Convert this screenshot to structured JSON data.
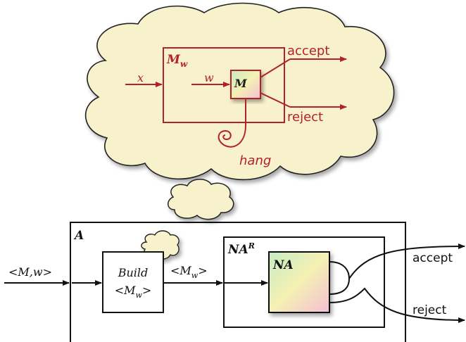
{
  "thought_cloud": {
    "machine_label": "M",
    "machine_subscript": "w",
    "input_x": "x",
    "input_w": "w",
    "inner_machine": "M",
    "accept_label": "accept",
    "reject_label": "reject",
    "hang_label": "hang"
  },
  "reduction": {
    "outer_label": "A",
    "input_label": "<M,w>",
    "build_line1": "Build",
    "build_line2_prefix": "<M",
    "build_line2_sub": "w",
    "build_line2_suffix": ">",
    "mid_label_prefix": "<M",
    "mid_label_sub": "w",
    "mid_label_suffix": ">",
    "nar_label": "NA",
    "nar_sup": "R",
    "na_label": "NA",
    "accept_label": "accept",
    "reject_label": "reject"
  },
  "colors": {
    "red": "#b0232a",
    "cloud_fill": "#f7f2cc",
    "cloud_stroke": "#222222"
  }
}
